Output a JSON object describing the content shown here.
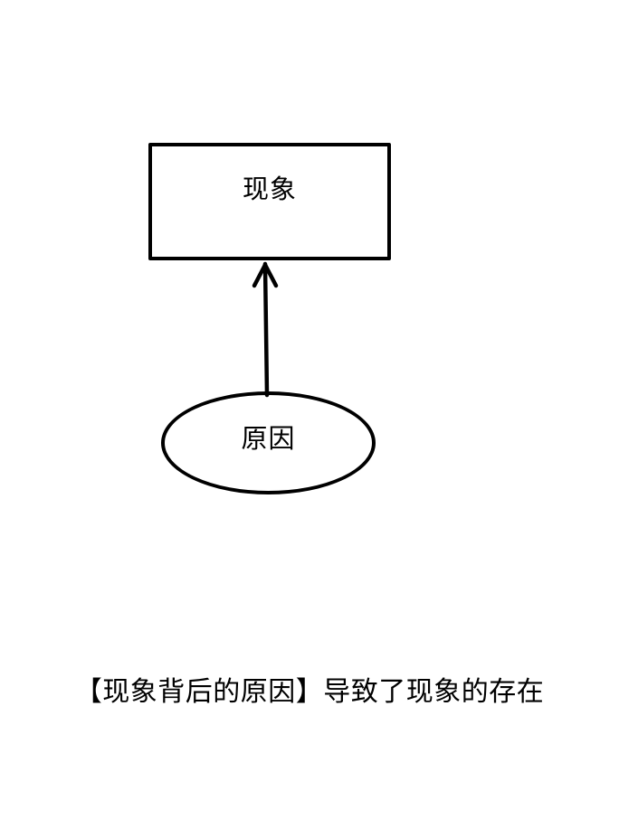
{
  "diagram": {
    "effect_node": {
      "label": "现象",
      "shape": "rectangle"
    },
    "cause_node": {
      "label": "原因",
      "shape": "ellipse"
    },
    "edge": {
      "from": "原因",
      "to": "现象",
      "style": "arrow"
    },
    "caption": "【现象背后的原因】导致了现象的存在",
    "colors": {
      "stroke": "#000000",
      "background": "#ffffff"
    }
  }
}
